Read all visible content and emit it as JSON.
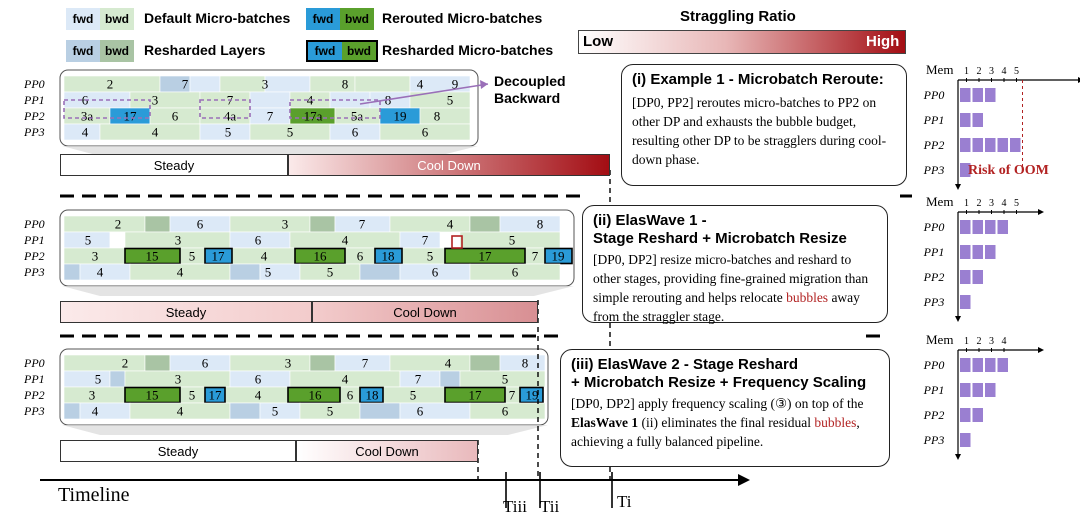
{
  "legend": {
    "fwd": "fwd",
    "bwd": "bwd",
    "default": "Default Micro-batches",
    "rerouted": "Rerouted  Micro-batches",
    "layers": "Resharded Layers",
    "resharded_mb": "Resharded Micro-batches"
  },
  "straggling": {
    "title": "Straggling Ratio",
    "low": "Low",
    "high": "High"
  },
  "colors": {
    "fwd": "#dce9f7",
    "bwd": "#d6ead0",
    "layer": "#b9cfe3",
    "layer_bwd": "#a9c4a4",
    "reroute_fwd": "#2a9bd8",
    "reroute_bwd": "#5aa02c",
    "mem_bar": "#9a7fd1",
    "accent_red": "#b22222"
  },
  "pp_labels": [
    "PP0",
    "PP1",
    "PP2",
    "PP3"
  ],
  "decoupled_label": [
    "Decoupled",
    "Backward"
  ],
  "panels": [
    {
      "rows": [
        [
          "2",
          "7",
          "3",
          "8",
          "4",
          "9"
        ],
        [
          "6",
          "3",
          "7",
          "4",
          "8",
          "5"
        ],
        [
          "3a",
          "17",
          "6",
          "4a",
          "7",
          "17a",
          "5a",
          "19",
          "8"
        ],
        [
          "4",
          "4",
          "5",
          "5",
          "6",
          "6"
        ]
      ],
      "phases": {
        "steady": "Steady",
        "cool": "Cool Down"
      },
      "callout_title": "(i) Example 1 - Microbatch Reroute:",
      "callout_body": "[DP0, PP2] reroutes micro-batches to PP2 on other DP and exhausts the bubble budget, resulting other DP to be stragglers during cool-down phase."
    },
    {
      "rows": [
        [
          "2",
          "6",
          "3",
          "7",
          "4",
          "8"
        ],
        [
          "5",
          "3",
          "6",
          "4",
          "7",
          "5"
        ],
        [
          "3",
          "15",
          "5",
          "17",
          "4",
          "16",
          "6",
          "18",
          "5",
          "17",
          "7",
          "19"
        ],
        [
          "4",
          "4",
          "5",
          "5",
          "6",
          "6"
        ]
      ],
      "phases": {
        "steady": "Steady",
        "cool": "Cool Down"
      },
      "callout_title_1": "(ii) ElasWave 1 -",
      "callout_title_2": "Stage Reshard + Microbatch Resize",
      "callout_body_1": "[DP0, DP2] resize micro-batches and reshard to other stages, providing fine-grained migration than simple rerouting and helps relocate ",
      "callout_bubbles": "bubbles",
      "callout_body_2": " away from the straggler stage."
    },
    {
      "rows": [
        [
          "2",
          "6",
          "3",
          "7",
          "4",
          "8"
        ],
        [
          "5",
          "3",
          "6",
          "4",
          "7",
          "5"
        ],
        [
          "3",
          "15",
          "5",
          "17",
          "4",
          "16",
          "6",
          "18",
          "5",
          "17",
          "7",
          "19"
        ],
        [
          "4",
          "4",
          "5",
          "5",
          "6",
          "6"
        ]
      ],
      "phases": {
        "steady": "Steady",
        "cool": "Cool Down"
      },
      "callout_title_1": "(iii) ElasWave 2 - Stage Reshard",
      "callout_title_2": "+ Microbatch Resize + Frequency Scaling",
      "callout_body_1": "[DP0, DP2] apply frequency scaling (③) on top of the ",
      "callout_bold": "ElasWave 1",
      "callout_body_2": " (ii) eliminates the final residual ",
      "callout_bubbles": "bubbles",
      "callout_body_3": ", achieving a fully balanced pipeline."
    }
  ],
  "mem": [
    {
      "title": "Mem",
      "ticks": [
        "1",
        "2",
        "3",
        "4",
        "5"
      ],
      "values": [
        3,
        2,
        5,
        1
      ],
      "oom_label": "Risk of OOM"
    },
    {
      "title": "Mem",
      "ticks": [
        "1",
        "2",
        "3",
        "4",
        "5"
      ],
      "values": [
        4,
        3,
        2,
        1
      ]
    },
    {
      "title": "Mem",
      "ticks": [
        "1",
        "2",
        "3",
        "4"
      ],
      "values": [
        4,
        3,
        2,
        1
      ]
    }
  ],
  "timeline": {
    "label": "Timeline",
    "ticks": [
      "Tiii",
      "Tii",
      "Ti"
    ]
  }
}
